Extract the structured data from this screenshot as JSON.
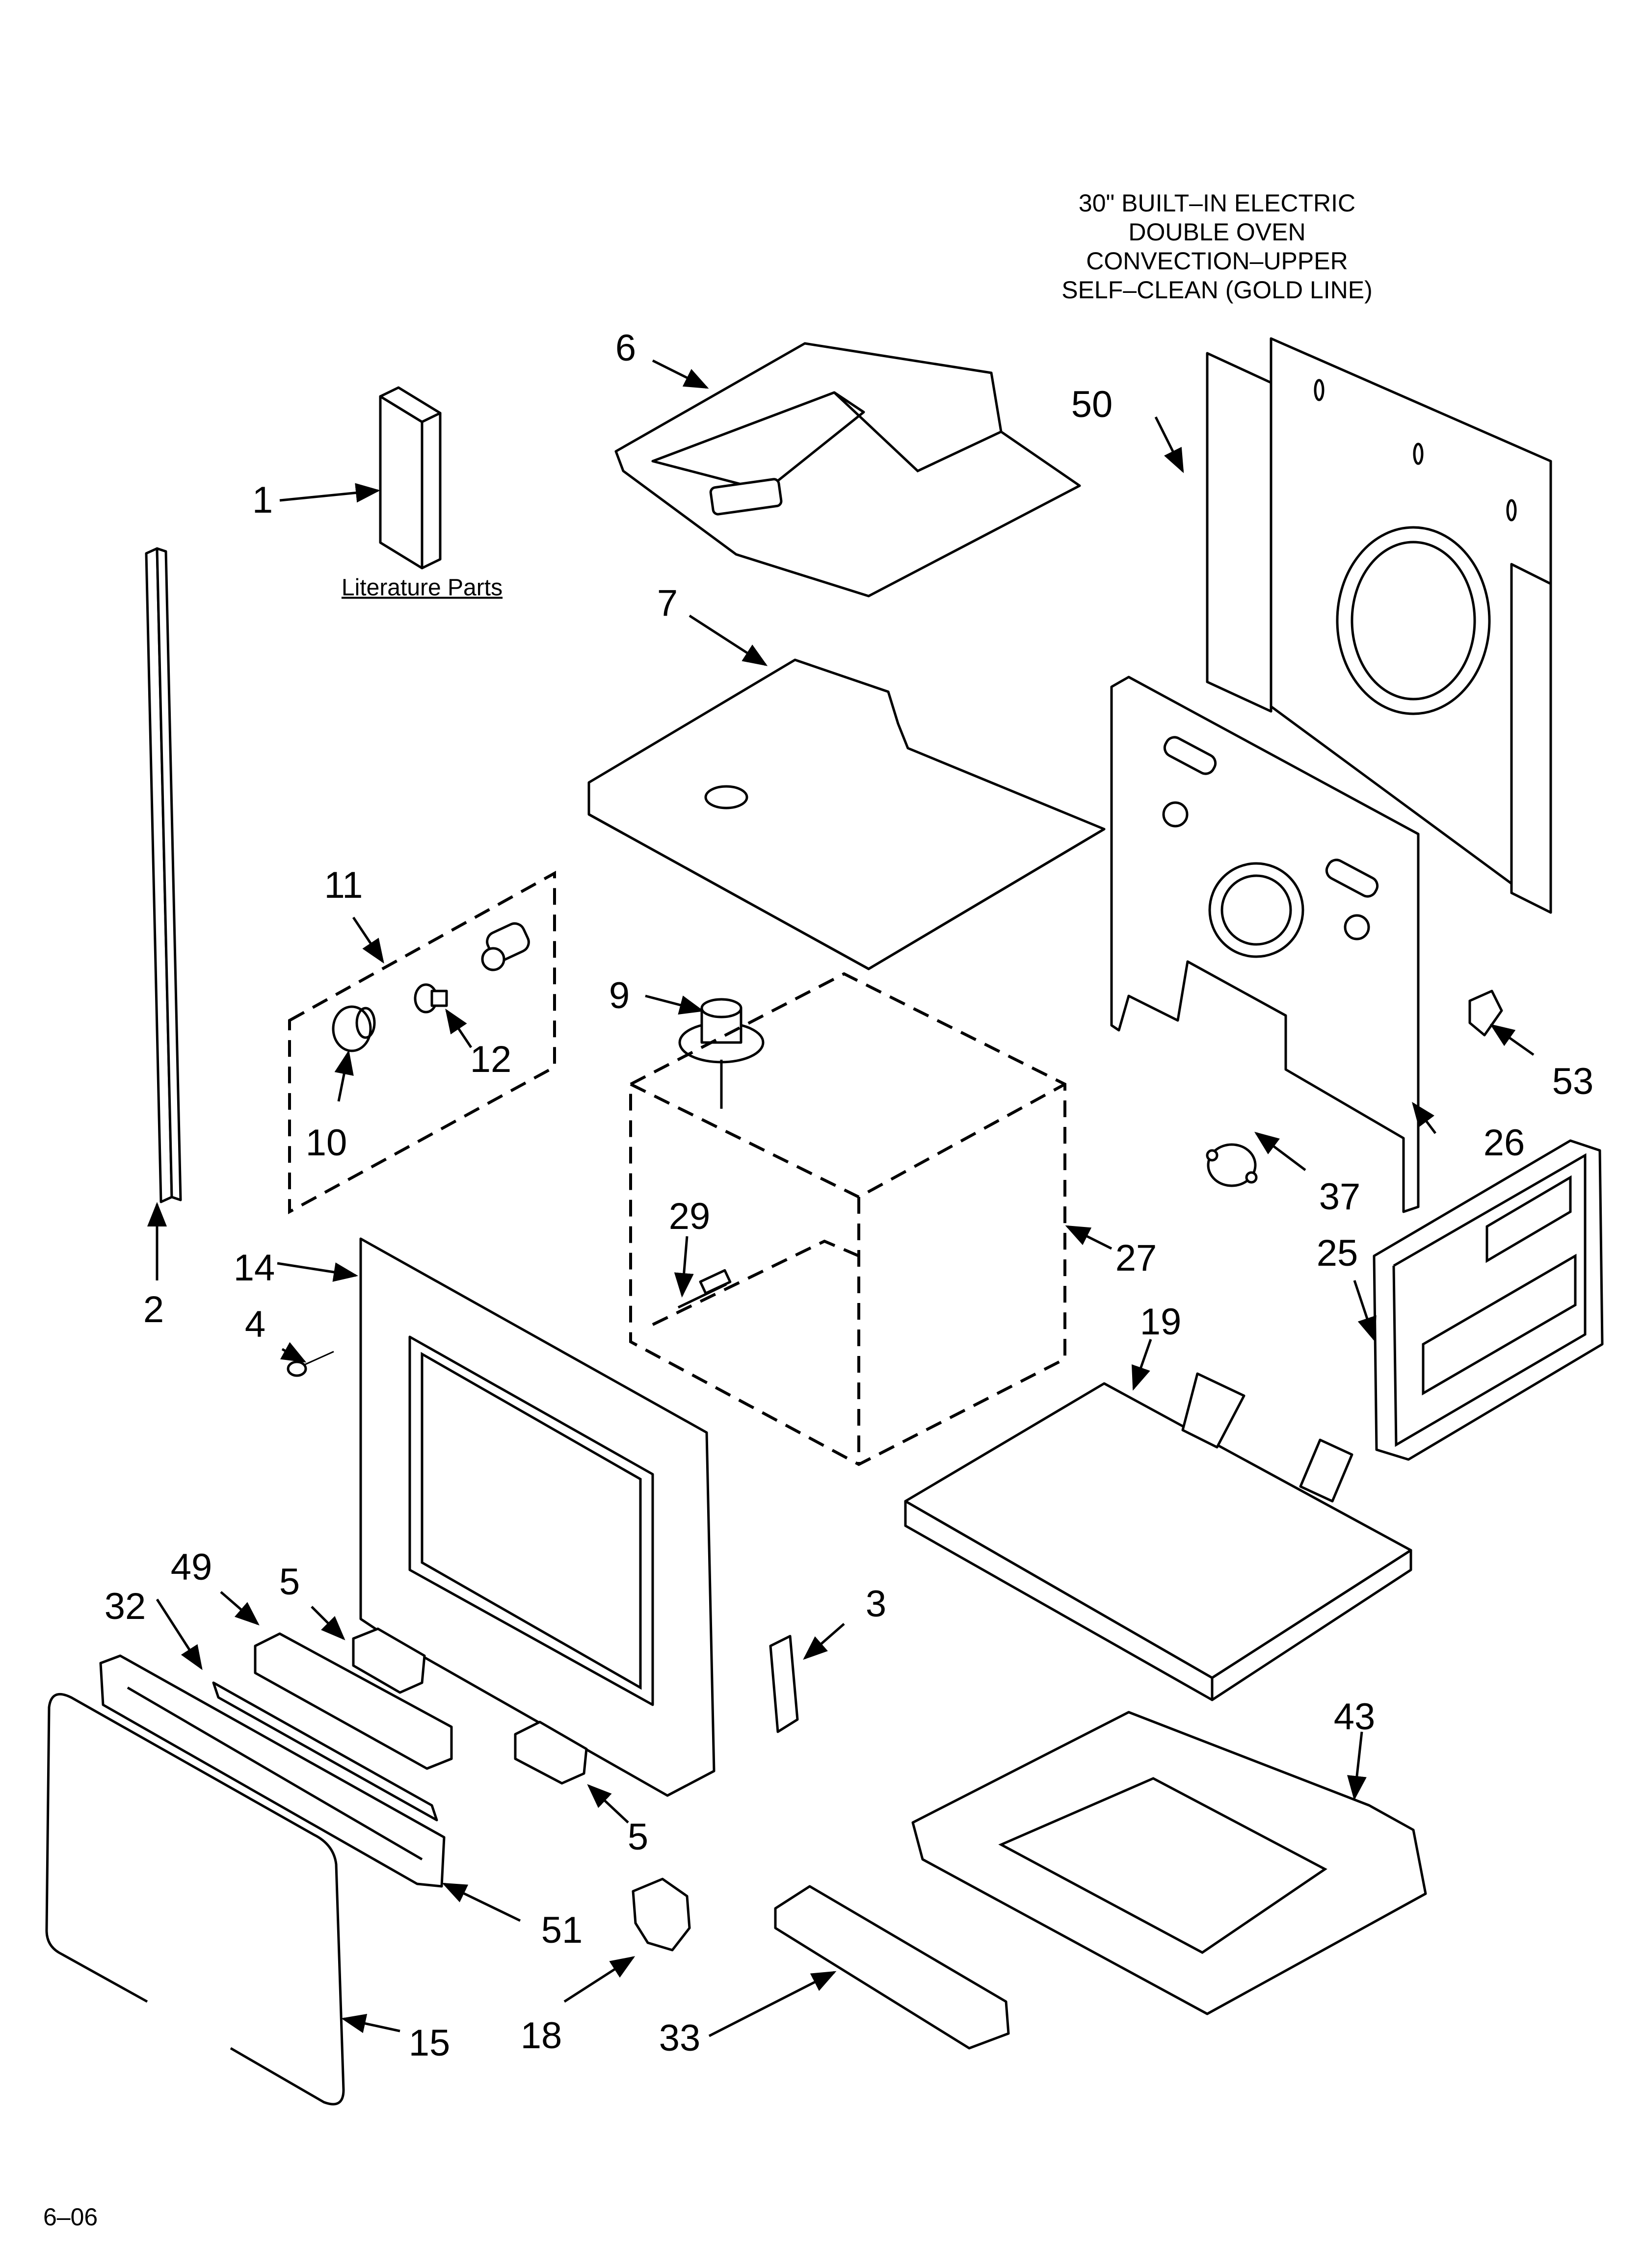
{
  "title_lines": [
    "30\" BUILT–IN ELECTRIC",
    "DOUBLE OVEN",
    "CONVECTION–UPPER",
    "SELF–CLEAN (GOLD LINE)"
  ],
  "literature_caption": "Literature Parts",
  "footer_code": "6–06",
  "part_labels": {
    "p1": "1",
    "p2": "2",
    "p3": "3",
    "p4": "4",
    "p5a": "5",
    "p5b": "5",
    "p6": "6",
    "p7": "7",
    "p9": "9",
    "p10": "10",
    "p11": "11",
    "p12": "12",
    "p14": "14",
    "p15": "15",
    "p18": "18",
    "p19": "19",
    "p25": "25",
    "p26": "26",
    "p27": "27",
    "p29": "29",
    "p32": "32",
    "p33": "33",
    "p37": "37",
    "p43": "43",
    "p49": "49",
    "p50": "50",
    "p51": "51",
    "p53": "53"
  }
}
